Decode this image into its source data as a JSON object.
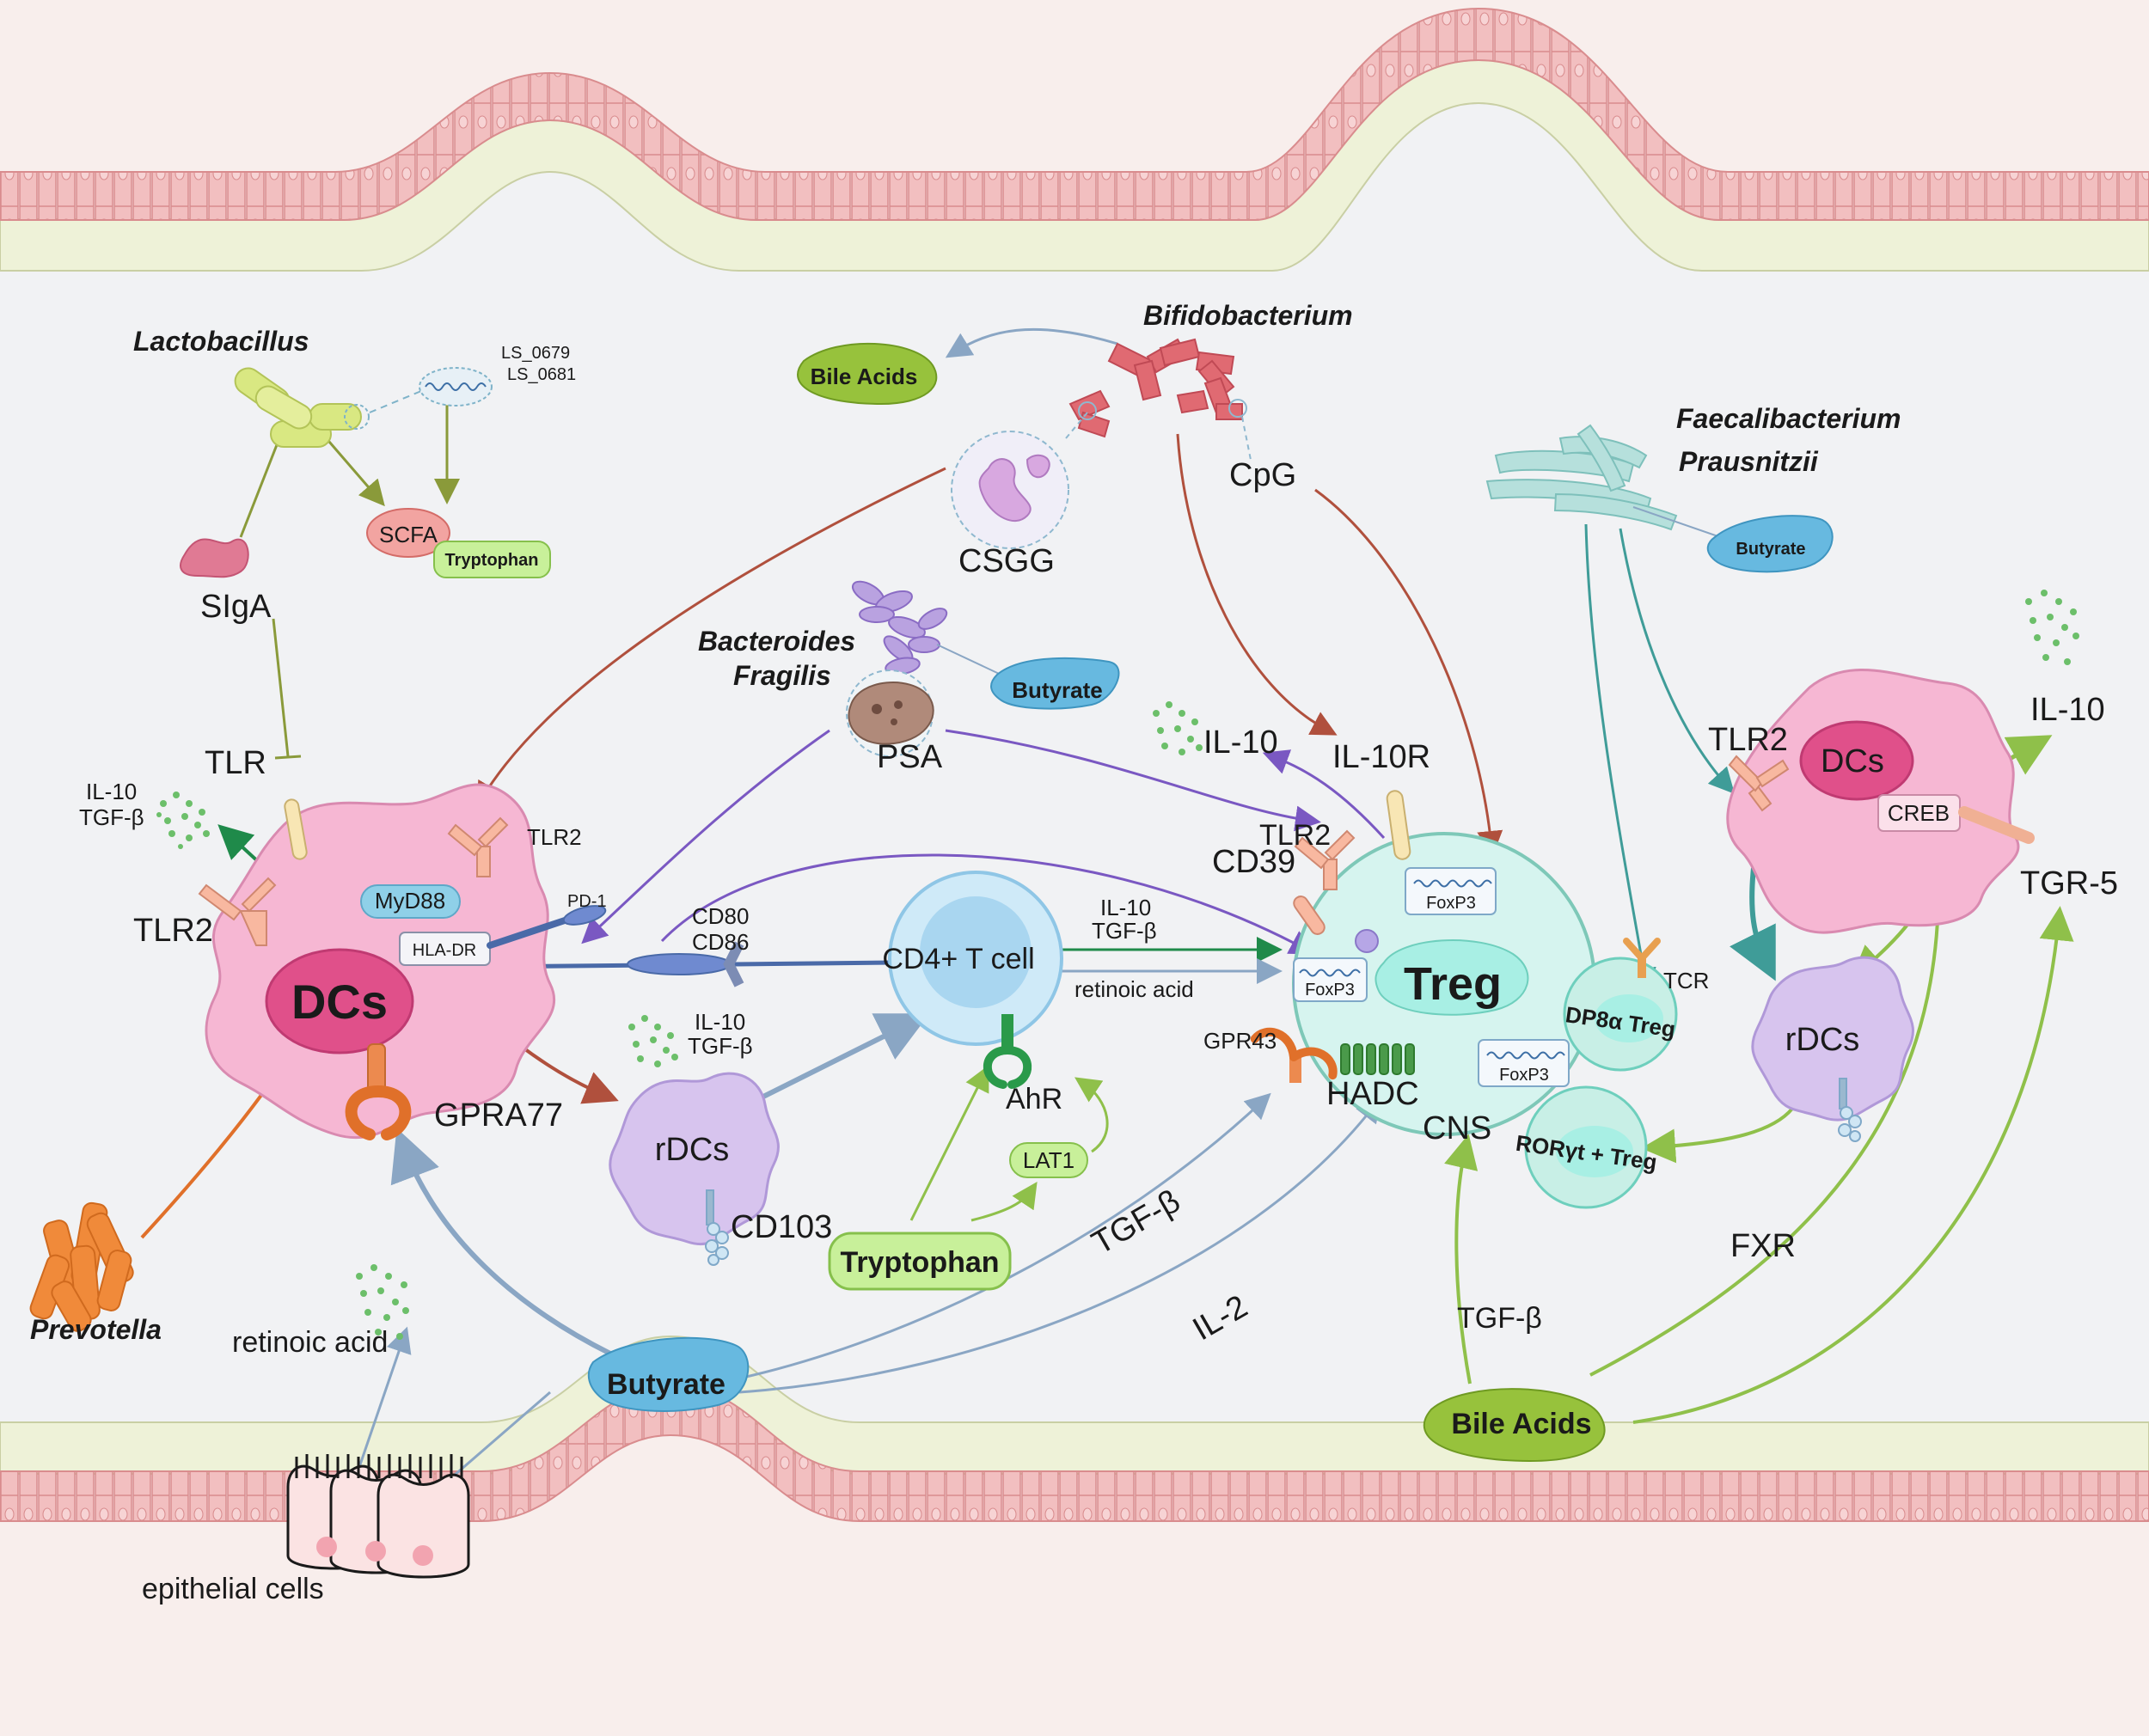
{
  "colors": {
    "background": "#f8eeec",
    "lumen": "#f1f2f4",
    "mucosa": "#eef2d8",
    "epithelium": "#f2bfc0",
    "dc": "#f6b7d3",
    "rdc": "#d7c4ee",
    "treg": "#d6f4ef",
    "cd4": "#cfeaf8",
    "bile": "#97c23c",
    "butyrate": "#67b9e0"
  },
  "microbes": {
    "lactobacillus": "Lactobacillus",
    "bifidobacterium": "Bifidobacterium",
    "faecalibacterium_1": "Faecalibacterium",
    "faecalibacterium_2": "Prausnitzii",
    "bacteroides_1": "Bacteroides",
    "bacteroides_2": "Fragilis",
    "prevotella": "Prevotella"
  },
  "metabolites": {
    "bile_acids_top": "Bile Acids",
    "bile_acids_bottom": "Bile Acids",
    "butyrate_bacteroides": "Butyrate",
    "butyrate_faecali": "Butyrate",
    "butyrate_main": "Butyrate",
    "scfa": "SCFA",
    "tryptophan_small": "Tryptophan",
    "tryptophan_main": "Tryptophan",
    "lat1": "LAT1"
  },
  "labels": {
    "ls_0679": "LS_0679",
    "ls_0681": "LS_0681",
    "siga": "SIgA",
    "tlr": "TLR",
    "tlr2_left": "TLR2",
    "tlr2_dc": "TLR2",
    "tlr2_treg": "TLR2",
    "tlr2_right": "TLR2",
    "il10_tgfb_dc_1": "IL-10",
    "il10_tgfb_dc_2": "TGF-β",
    "myd88": "MyD88",
    "hla_dr": "HLA-DR",
    "pd1": "PD-1",
    "cd80": "CD80",
    "cd86": "CD86",
    "dcs_main": "DCs",
    "gpra77": "GPRA77",
    "csgg": "CSGG",
    "cpg": "CpG",
    "psa": "PSA",
    "il10_top": "IL-10",
    "il10r": "IL-10R",
    "cd39": "CD39",
    "cd4_tcell": "CD4+ T cell",
    "il10_arrow": "IL-10",
    "tgfb_arrow": "TGF-β",
    "retinoic_acid_arrow": "retinoic acid",
    "il10_rdc": "IL-10",
    "tgfb_rdc": "TGF-β",
    "rdcs_left": "rDCs",
    "cd103": "CD103",
    "ahr": "AhR",
    "tgfb_diag": "TGF-β",
    "il2": "IL-2",
    "gpr43": "GPR43",
    "hadc": "HADC",
    "cns": "CNS",
    "foxp3_1": "FoxP3",
    "foxp3_2": "FoxP3",
    "foxp3_3": "FoxP3",
    "treg": "Treg",
    "tcr": "TCR",
    "dp8a_treg": "DP8α Treg",
    "roryt_treg": "RORγt + Treg",
    "dcs_right": "DCs",
    "creb": "CREB",
    "il10_right": "IL-10",
    "tgr5": "TGR-5",
    "rdcs_right": "rDCs",
    "fxr": "FXR",
    "tgfb_bottom": "TGF-β",
    "retinoic_acid_bottom": "retinoic acid",
    "epithelial_cells": "epithelial cells"
  }
}
